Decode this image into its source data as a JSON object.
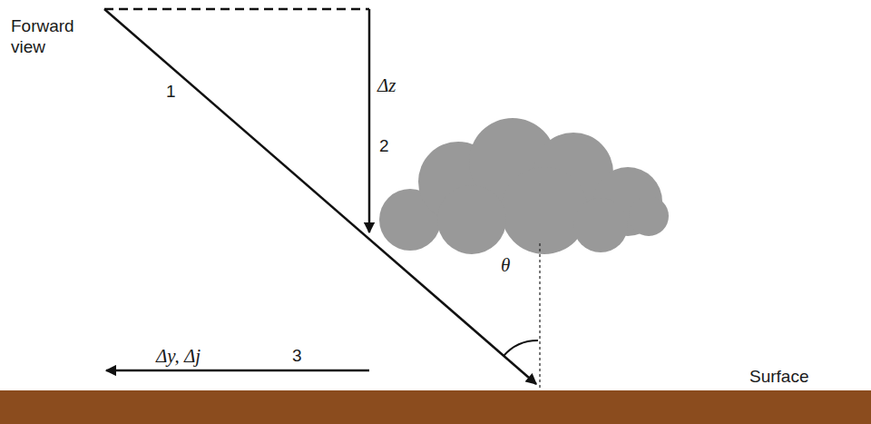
{
  "diagram": {
    "labels": [
      "Forward view",
      "1",
      "Δz",
      "2",
      "θ",
      "Δy, Δj",
      "3",
      "Surface"
    ]
  }
}
